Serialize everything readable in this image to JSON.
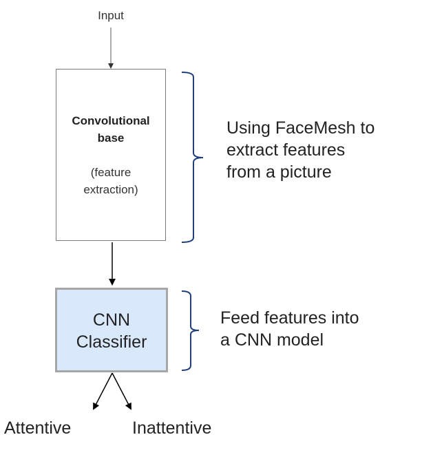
{
  "input_label": "Input",
  "conv_base": {
    "title_line1": "Convolutional",
    "title_line2": "base",
    "sub_line1": "(feature",
    "sub_line2": "extraction)"
  },
  "cnn_box": {
    "line1": "CNN",
    "line2": "Classifier"
  },
  "annotation_top": {
    "line1": "Using FaceMesh to",
    "line2": "extract features",
    "line3": "from a picture"
  },
  "annotation_bottom": {
    "line1": "Feed features into",
    "line2": "a CNN model"
  },
  "outputs": {
    "left": "Attentive",
    "right": "Inattentive"
  },
  "colors": {
    "cnn_fill": "#dae8fc",
    "bracket": "#1f3e7a",
    "arrow": "#000000"
  }
}
